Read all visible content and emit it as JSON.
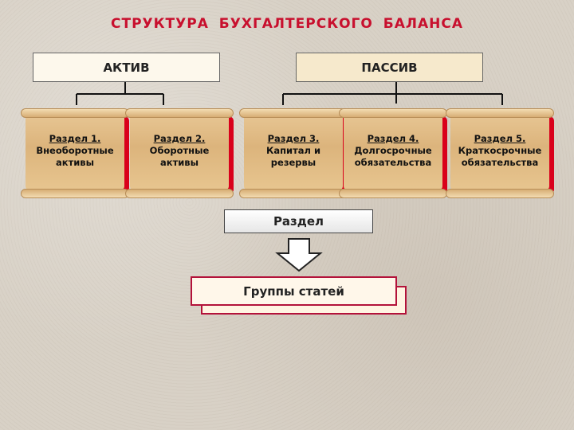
{
  "title": "СТРУКТУРА БУХГАЛТЕРСКОГО БАЛАНСА",
  "aktiv": "АКТИВ",
  "passiv": "ПАССИВ",
  "sections": [
    {
      "line1": "Раздел 1.",
      "line2": "Внеоборотные",
      "line3": "активы"
    },
    {
      "line1": "Раздел 2.",
      "line2": "Оборотные",
      "line3": "активы"
    },
    {
      "line1": "Раздел 3.",
      "line2": "Капитал и",
      "line3": "резервы"
    },
    {
      "line1": "Раздел 4.",
      "line2": "Долгосрочные",
      "line3": "обязательства"
    },
    {
      "line1": "Раздел 5.",
      "line2": "Краткосрочные",
      "line3": "обязательства"
    }
  ],
  "razdel": "Раздел",
  "groups": "Группы статей",
  "colors": {
    "title": "#c8102e",
    "scroll_shadow": "#d9001b",
    "groups_border": "#b3123a"
  }
}
